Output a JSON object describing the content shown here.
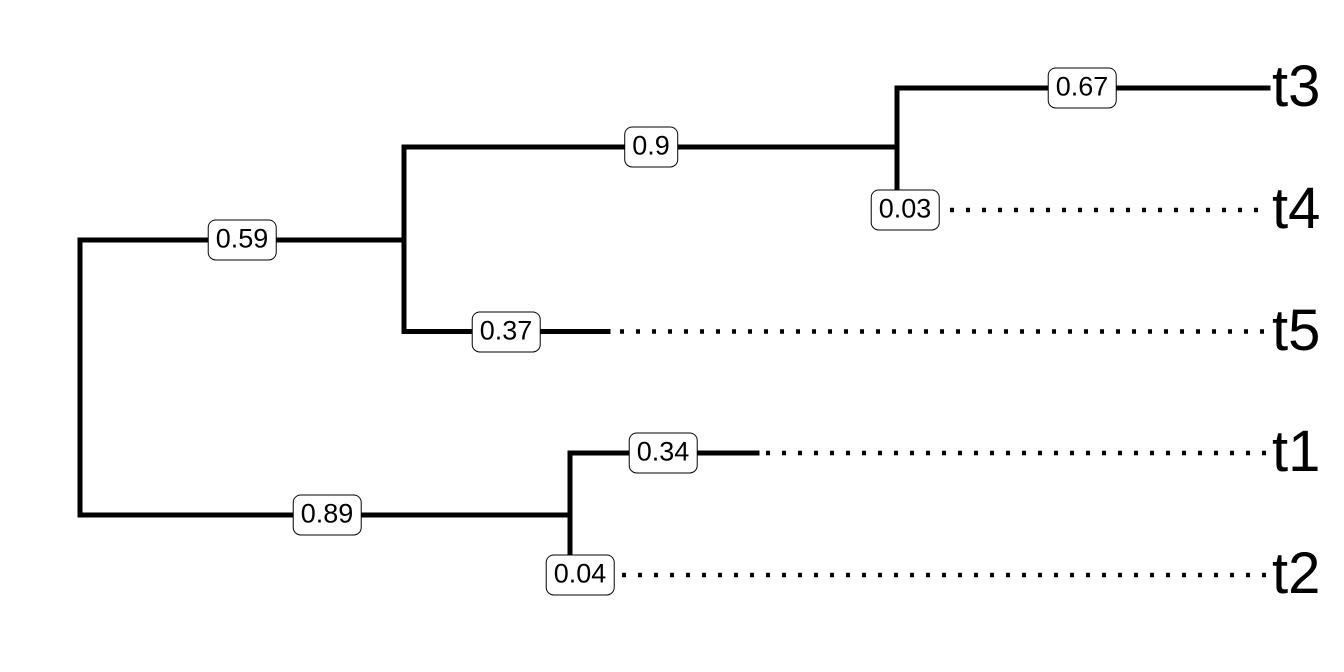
{
  "figure": {
    "kind": "phylogenetic-tree",
    "orientation": "left-to-right",
    "colors": {
      "background": "#ffffff",
      "branch": "#000000",
      "dotted_alignment_line": "#000000",
      "label_box_fill": "#ffffff",
      "label_box_border": "#000000",
      "text": "#000000"
    }
  },
  "tree": {
    "newick": "(((t3:0.67,t4:0.03):0.9,t5:0.37):0.59,(t1:0.34,t2:0.04):0.89);",
    "tips": [
      {
        "name": "t3",
        "branch_length": 0.67
      },
      {
        "name": "t4",
        "branch_length": 0.03
      },
      {
        "name": "t5",
        "branch_length": 0.37
      },
      {
        "name": "t1",
        "branch_length": 0.34
      },
      {
        "name": "t2",
        "branch_length": 0.04
      }
    ],
    "branch_labels": [
      {
        "branch": "root to clade (t3,t4,t5)",
        "value": "0.59"
      },
      {
        "branch": "to clade (t3,t4)",
        "value": "0.9"
      },
      {
        "branch": "to tip t3",
        "value": "0.67"
      },
      {
        "branch": "to tip t4",
        "value": "0.03"
      },
      {
        "branch": "to tip t5",
        "value": "0.37"
      },
      {
        "branch": "root to clade (t1,t2)",
        "value": "0.89"
      },
      {
        "branch": "to tip t1",
        "value": "0.34"
      },
      {
        "branch": "to tip t2",
        "value": "0.04"
      }
    ]
  }
}
